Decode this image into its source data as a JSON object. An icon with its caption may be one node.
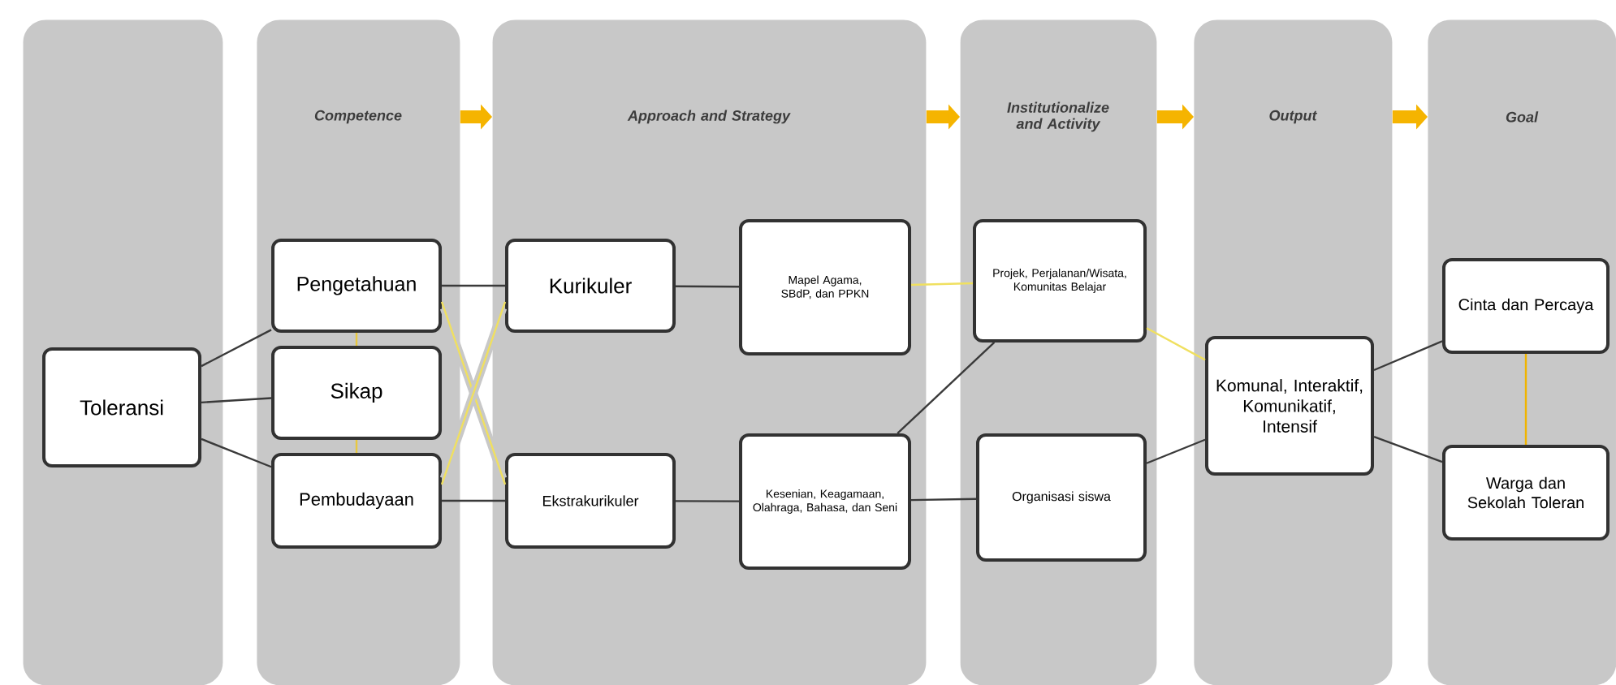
{
  "diagram": {
    "nodes": [
      {
        "text": [],
        "shape": "box"
      },
      {
        "text": [
          "Competence"
        ]
      },
      {
        "text": [
          "Approach and Strategy"
        ]
      },
      {
        "text": [
          "Institutionalize and Activity"
        ]
      },
      {
        "text": [
          "Output"
        ]
      },
      {
        "text": [
          "Goal"
        ]
      },
      {
        "text": [
          "Toleransi"
        ],
        "in": 0
      },
      {
        "text": [
          "Pengetahuan"
        ],
        "in": 1
      },
      {
        "text": [
          "Sikap"
        ],
        "in": 1
      },
      {
        "text": [
          "Pembudayaan"
        ],
        "in": 1
      },
      {
        "text": [
          "Kurikuler"
        ],
        "in": 2
      },
      {
        "text": [
          "Ekstrakurikuler"
        ],
        "in": 2
      },
      {
        "text": [
          "Mapel Agama, SBdP, dan PPKN"
        ],
        "in": 2
      },
      {
        "text": [
          "Kesenian, Keagamaan, Olahraga, Bahasa, dan Seni"
        ],
        "in": 2
      },
      {
        "text": [
          "Projek, Perjalanan/Wisata, Komunitas Belajar"
        ],
        "in": 3
      },
      {
        "text": [
          "Organisasi siswa"
        ],
        "in": 3
      },
      {
        "text": [
          "Komunal, Interaktif, Komunikatif, Intensif"
        ],
        "in": 4
      },
      {
        "text": [
          "Cinta dan Percaya"
        ],
        "in": 5
      },
      {
        "text": [
          "Warga dan Sekolah Toleran"
        ],
        "in": 5
      }
    ],
    "edges": [
      {
        "from": 1,
        "to": 2,
        "arrow": "to",
        "style": "thick",
        "color": "#f5b400"
      },
      {
        "from": 2,
        "to": 3,
        "arrow": "to",
        "style": "thick",
        "color": "#f5b400"
      },
      {
        "from": 3,
        "to": 4,
        "arrow": "to",
        "style": "thick",
        "color": "#f5b400"
      },
      {
        "from": 4,
        "to": 5,
        "arrow": "to",
        "style": "thick",
        "color": "#f5b400"
      },
      {
        "from": 6,
        "to": 7,
        "arrow": "none"
      },
      {
        "from": 6,
        "to": 8,
        "arrow": "none"
      },
      {
        "from": 6,
        "to": 9,
        "arrow": "none"
      },
      {
        "from": 7,
        "to": 8,
        "arrow": "none",
        "color": "#e8c840"
      },
      {
        "from": 8,
        "to": 9,
        "arrow": "none",
        "color": "#e8c840"
      },
      {
        "from": 7,
        "to": 10,
        "arrow": "none"
      },
      {
        "from": 9,
        "to": 11,
        "arrow": "none"
      },
      {
        "from": 7,
        "to": 11,
        "arrow": "none",
        "color": "#f0e060"
      },
      {
        "from": 9,
        "to": 10,
        "arrow": "none",
        "color": "#f0e060"
      },
      {
        "from": 10,
        "to": 12,
        "arrow": "none"
      },
      {
        "from": 11,
        "to": 13,
        "arrow": "none"
      },
      {
        "from": 12,
        "to": 14,
        "arrow": "none",
        "color": "#f0e060"
      },
      {
        "from": 13,
        "to": 14,
        "arrow": "none"
      },
      {
        "from": 13,
        "to": 15,
        "arrow": "none"
      },
      {
        "from": 14,
        "to": 16,
        "arrow": "none",
        "color": "#f0e060"
      },
      {
        "from": 15,
        "to": 16,
        "arrow": "none"
      },
      {
        "from": 16,
        "to": 17,
        "arrow": "none"
      },
      {
        "from": 16,
        "to": 18,
        "arrow": "none"
      },
      {
        "from": 17,
        "to": 18,
        "arrow": "none",
        "color": "#f0b400"
      }
    ]
  }
}
